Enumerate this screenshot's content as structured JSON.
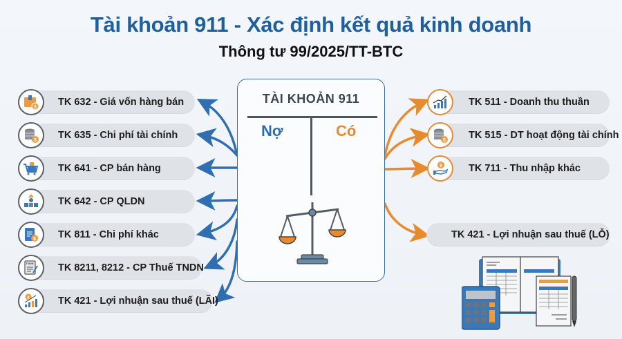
{
  "header": {
    "title": "Tài khoản 911 - Xác định kết quả kinh doanh",
    "subtitle": "Thông tư 99/2025/TT-BTC"
  },
  "center_card": {
    "title": "TÀI KHOẢN 911",
    "debit_label": "Nợ",
    "credit_label": "Có",
    "icon": "balance-scale-icon"
  },
  "debit_side": {
    "arrow_color": "#2f6fb0",
    "items": [
      {
        "label": "TK 632 - Giá vốn hàng bán",
        "icon": "box-dollar-icon"
      },
      {
        "label": "TK 635 - Chi phí tài chính",
        "icon": "coins-dollar-icon"
      },
      {
        "label": "TK 641 - CP bán hàng",
        "icon": "shopping-cart-icon"
      },
      {
        "label": "TK 642 - CP QLDN",
        "icon": "org-chart-icon"
      },
      {
        "label": "TK 811 - Chi phí khác",
        "icon": "document-dollar-icon"
      },
      {
        "label": "TK 8211, 8212 - CP Thuế TNDN",
        "icon": "tax-form-icon"
      },
      {
        "label": "TK 421 - Lợi nhuận sau thuế (LÃI)",
        "icon": "profit-chart-icon"
      }
    ]
  },
  "credit_side": {
    "arrow_color": "#e88b2e",
    "items": [
      {
        "label": "TK 511 - Doanh thu thuần",
        "icon": "growth-chart-icon"
      },
      {
        "label": "TK 515 - DT hoạt động tài chính",
        "icon": "coins-dollar-icon"
      },
      {
        "label": "TK 711 - Thu nhập khác",
        "icon": "hand-coin-icon"
      },
      {
        "label": "TK 421 - Lợi nhuận sau thuế (LỖ)",
        "icon": null
      }
    ]
  },
  "decoration": {
    "icon": "ledger-calculator-icon"
  },
  "colors": {
    "title": "#1f5f9c",
    "debit": "#2c6eb0",
    "credit": "#e68a33",
    "pill": "#dfe2e6"
  }
}
